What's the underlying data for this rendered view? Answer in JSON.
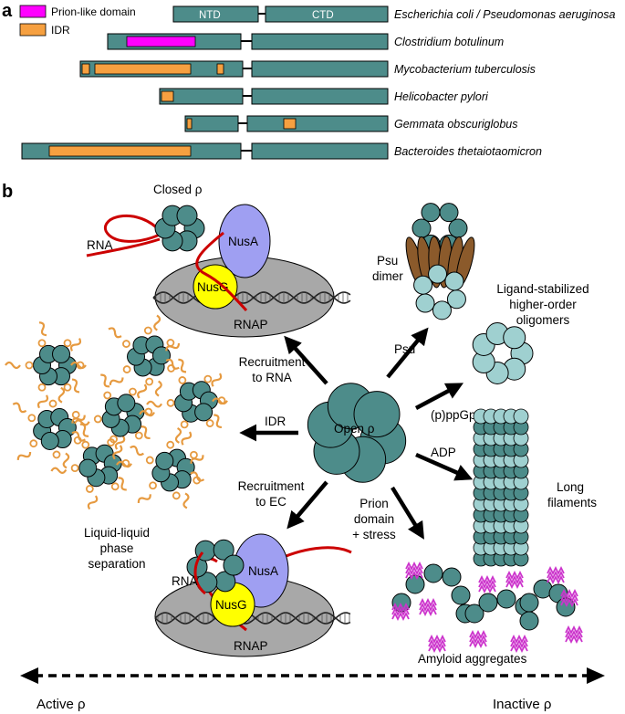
{
  "panel_a": {
    "letter": "a",
    "legend": [
      {
        "label": "Prion-like domain",
        "color": "#ff00ff"
      },
      {
        "label": "IDR",
        "color": "#f6a040"
      }
    ],
    "domain_labels": {
      "ntd": "NTD",
      "ctd": "CTD"
    },
    "species": [
      "Escherichia coli / Pseudomonas aeruginosa",
      "Clostridium botulinum",
      "Mycobacterium tuberculosis",
      "Helicobacter pylori",
      "Gemmata obscuriglobus",
      "Bacteroides thetaiotaomicron"
    ],
    "protein_color": "#4d8c8a"
  },
  "panel_b": {
    "letter": "b",
    "center": "Open ρ",
    "closed_rho": "Closed ρ",
    "rna_1": "RNA",
    "rna_2": "RNA",
    "nusa_1": "NusA",
    "nusa_2": "NusA",
    "nusg_1": "NusG",
    "nusg_2": "NusG",
    "rnap_1": "RNAP",
    "rnap_2": "RNAP",
    "recruit_rna": [
      "Recruitment",
      "to RNA"
    ],
    "recruit_ec": [
      "Recruitment",
      "to EC"
    ],
    "idr": "IDR",
    "llps": [
      "Liquid-liquid",
      "phase",
      "separation"
    ],
    "psu": "Psu",
    "psu_dimer": [
      "Psu",
      "dimer"
    ],
    "ligand": [
      "Ligand-stabilized",
      "higher-order",
      "oligomers"
    ],
    "ppgpp": "(p)ppGpp",
    "adp": "ADP",
    "filaments": [
      "Long",
      "filaments"
    ],
    "prion": [
      "Prion",
      "domain",
      "+ stress"
    ],
    "amyloid": "Amyloid aggregates",
    "active": "Active ρ",
    "inactive": "Inactive ρ",
    "colors": {
      "rho_teal": "#4d8c8a",
      "rho_light": "#9fd0d0",
      "nusa": "#9f9ff2",
      "nusg": "#ffff00",
      "rnap": "#a8a8a8",
      "rna_red": "#cc0000",
      "psu_brown": "#8b5a2b",
      "amyloid": "#cc33cc",
      "idr_orange": "#e69a40"
    }
  }
}
